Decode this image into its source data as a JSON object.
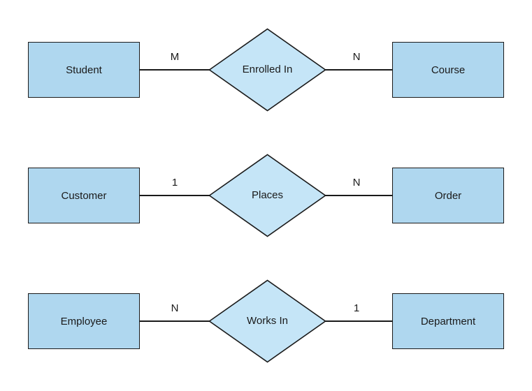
{
  "colors": {
    "background": "#ffffff",
    "entity_fill": "#afd7ef",
    "relationship_fill": "#c5e5f7",
    "stroke": "#1a1a1a",
    "text": "#1a1a1a"
  },
  "rows": [
    {
      "left_entity": "Student",
      "left_cardinality": "M",
      "relationship": "Enrolled In",
      "right_cardinality": "N",
      "right_entity": "Course"
    },
    {
      "left_entity": "Customer",
      "left_cardinality": "1",
      "relationship": "Places",
      "right_cardinality": "N",
      "right_entity": "Order"
    },
    {
      "left_entity": "Employee",
      "left_cardinality": "N",
      "relationship": "Works In",
      "right_cardinality": "1",
      "right_entity": "Department"
    }
  ]
}
